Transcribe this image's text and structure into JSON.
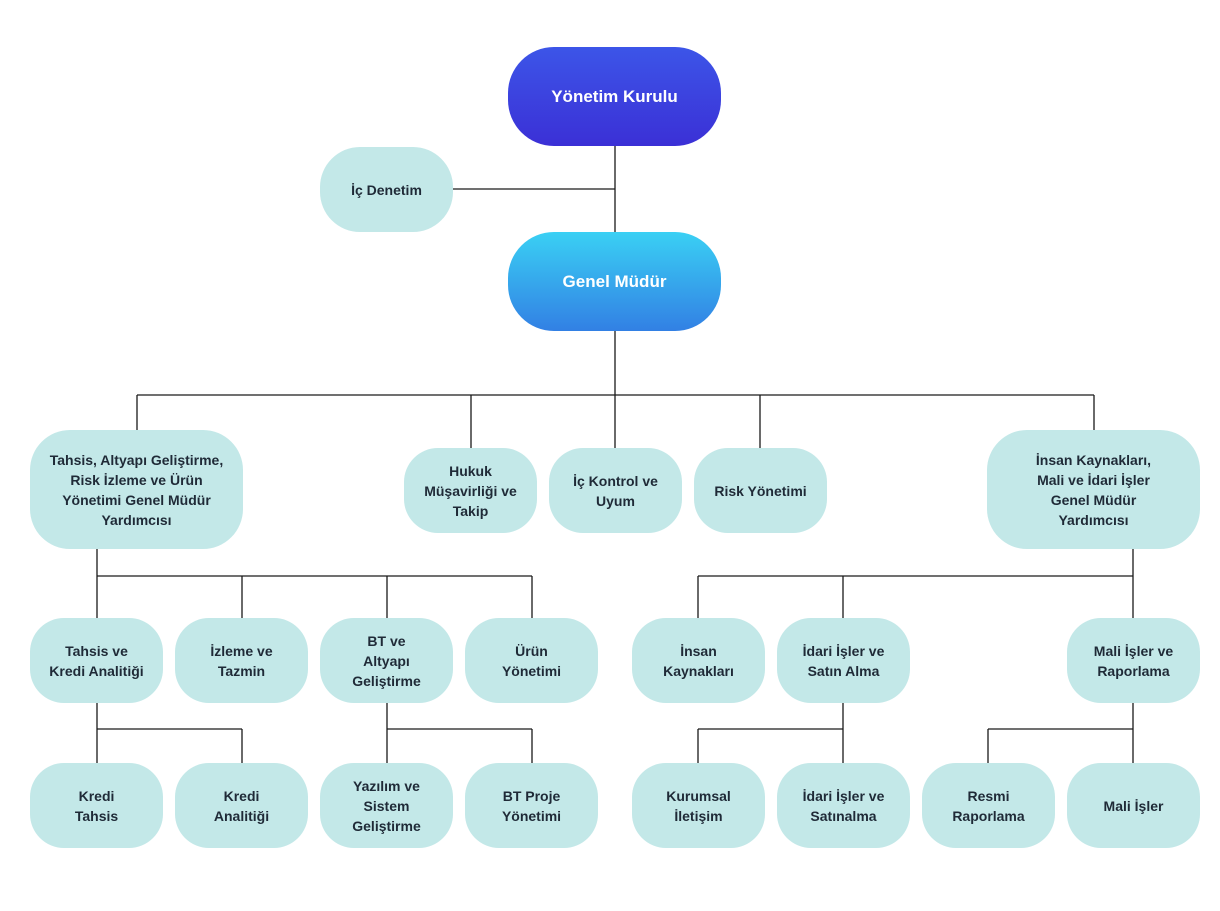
{
  "diagram": {
    "nodes": {
      "yonetim_kurulu": "Yönetim Kurulu",
      "ic_denetim": "İç Denetim",
      "genel_mudur": "Genel Müdür",
      "tahsis_gmy": "Tahsis, Altyapı Geliştirme,\nRisk İzleme ve Ürün\nYönetimi Genel Müdür\nYardımcısı",
      "hukuk": "Hukuk\nMüşavirliği ve\nTakip",
      "ic_kontrol": "İç Kontrol ve\nUyum",
      "risk": "Risk Yönetimi",
      "ik_gmy": "İnsan Kaynakları,\nMali ve İdari İşler\nGenel Müdür\nYardımcısı",
      "tahsis_kredi": "Tahsis ve\nKredi Analitiği",
      "izleme": "İzleme ve\nTazmin",
      "bt_altyapi": "BT ve\nAltyapı\nGeliştirme",
      "urun": "Ürün\nYönetimi",
      "insan_kaynaklari": "İnsan\nKaynakları",
      "idari_satin": "İdari İşler ve\nSatın Alma",
      "mali_raporlama": "Mali İşler ve\nRaporlama",
      "kredi_tahsis": "Kredi\nTahsis",
      "kredi_analitigi": "Kredi\nAnalitiği",
      "yazilim": "Yazılım ve\nSistem\nGeliştirme",
      "bt_proje": "BT Proje\nYönetimi",
      "kurumsal": "Kurumsal\nİletişim",
      "idari_satinalma": "İdari İşler ve\nSatınalma",
      "resmi": "Resmi\nRaporlama",
      "mali_isler": "Mali İşler"
    },
    "edges": [
      [
        "yonetim_kurulu",
        "genel_mudur"
      ],
      [
        "yonetim_kurulu",
        "ic_denetim"
      ],
      [
        "genel_mudur",
        "tahsis_gmy"
      ],
      [
        "genel_mudur",
        "hukuk"
      ],
      [
        "genel_mudur",
        "ic_kontrol"
      ],
      [
        "genel_mudur",
        "risk"
      ],
      [
        "genel_mudur",
        "ik_gmy"
      ],
      [
        "tahsis_gmy",
        "tahsis_kredi"
      ],
      [
        "tahsis_gmy",
        "izleme"
      ],
      [
        "tahsis_gmy",
        "bt_altyapi"
      ],
      [
        "tahsis_gmy",
        "urun"
      ],
      [
        "ik_gmy",
        "insan_kaynaklari"
      ],
      [
        "ik_gmy",
        "idari_satin"
      ],
      [
        "ik_gmy",
        "mali_raporlama"
      ],
      [
        "tahsis_kredi",
        "kredi_tahsis"
      ],
      [
        "tahsis_kredi",
        "kredi_analitigi"
      ],
      [
        "bt_altyapi",
        "yazilim"
      ],
      [
        "bt_altyapi",
        "bt_proje"
      ],
      [
        "idari_satin",
        "kurumsal"
      ],
      [
        "idari_satin",
        "idari_satinalma"
      ],
      [
        "mali_raporlama",
        "resmi"
      ],
      [
        "mali_raporlama",
        "mali_isler"
      ]
    ]
  }
}
